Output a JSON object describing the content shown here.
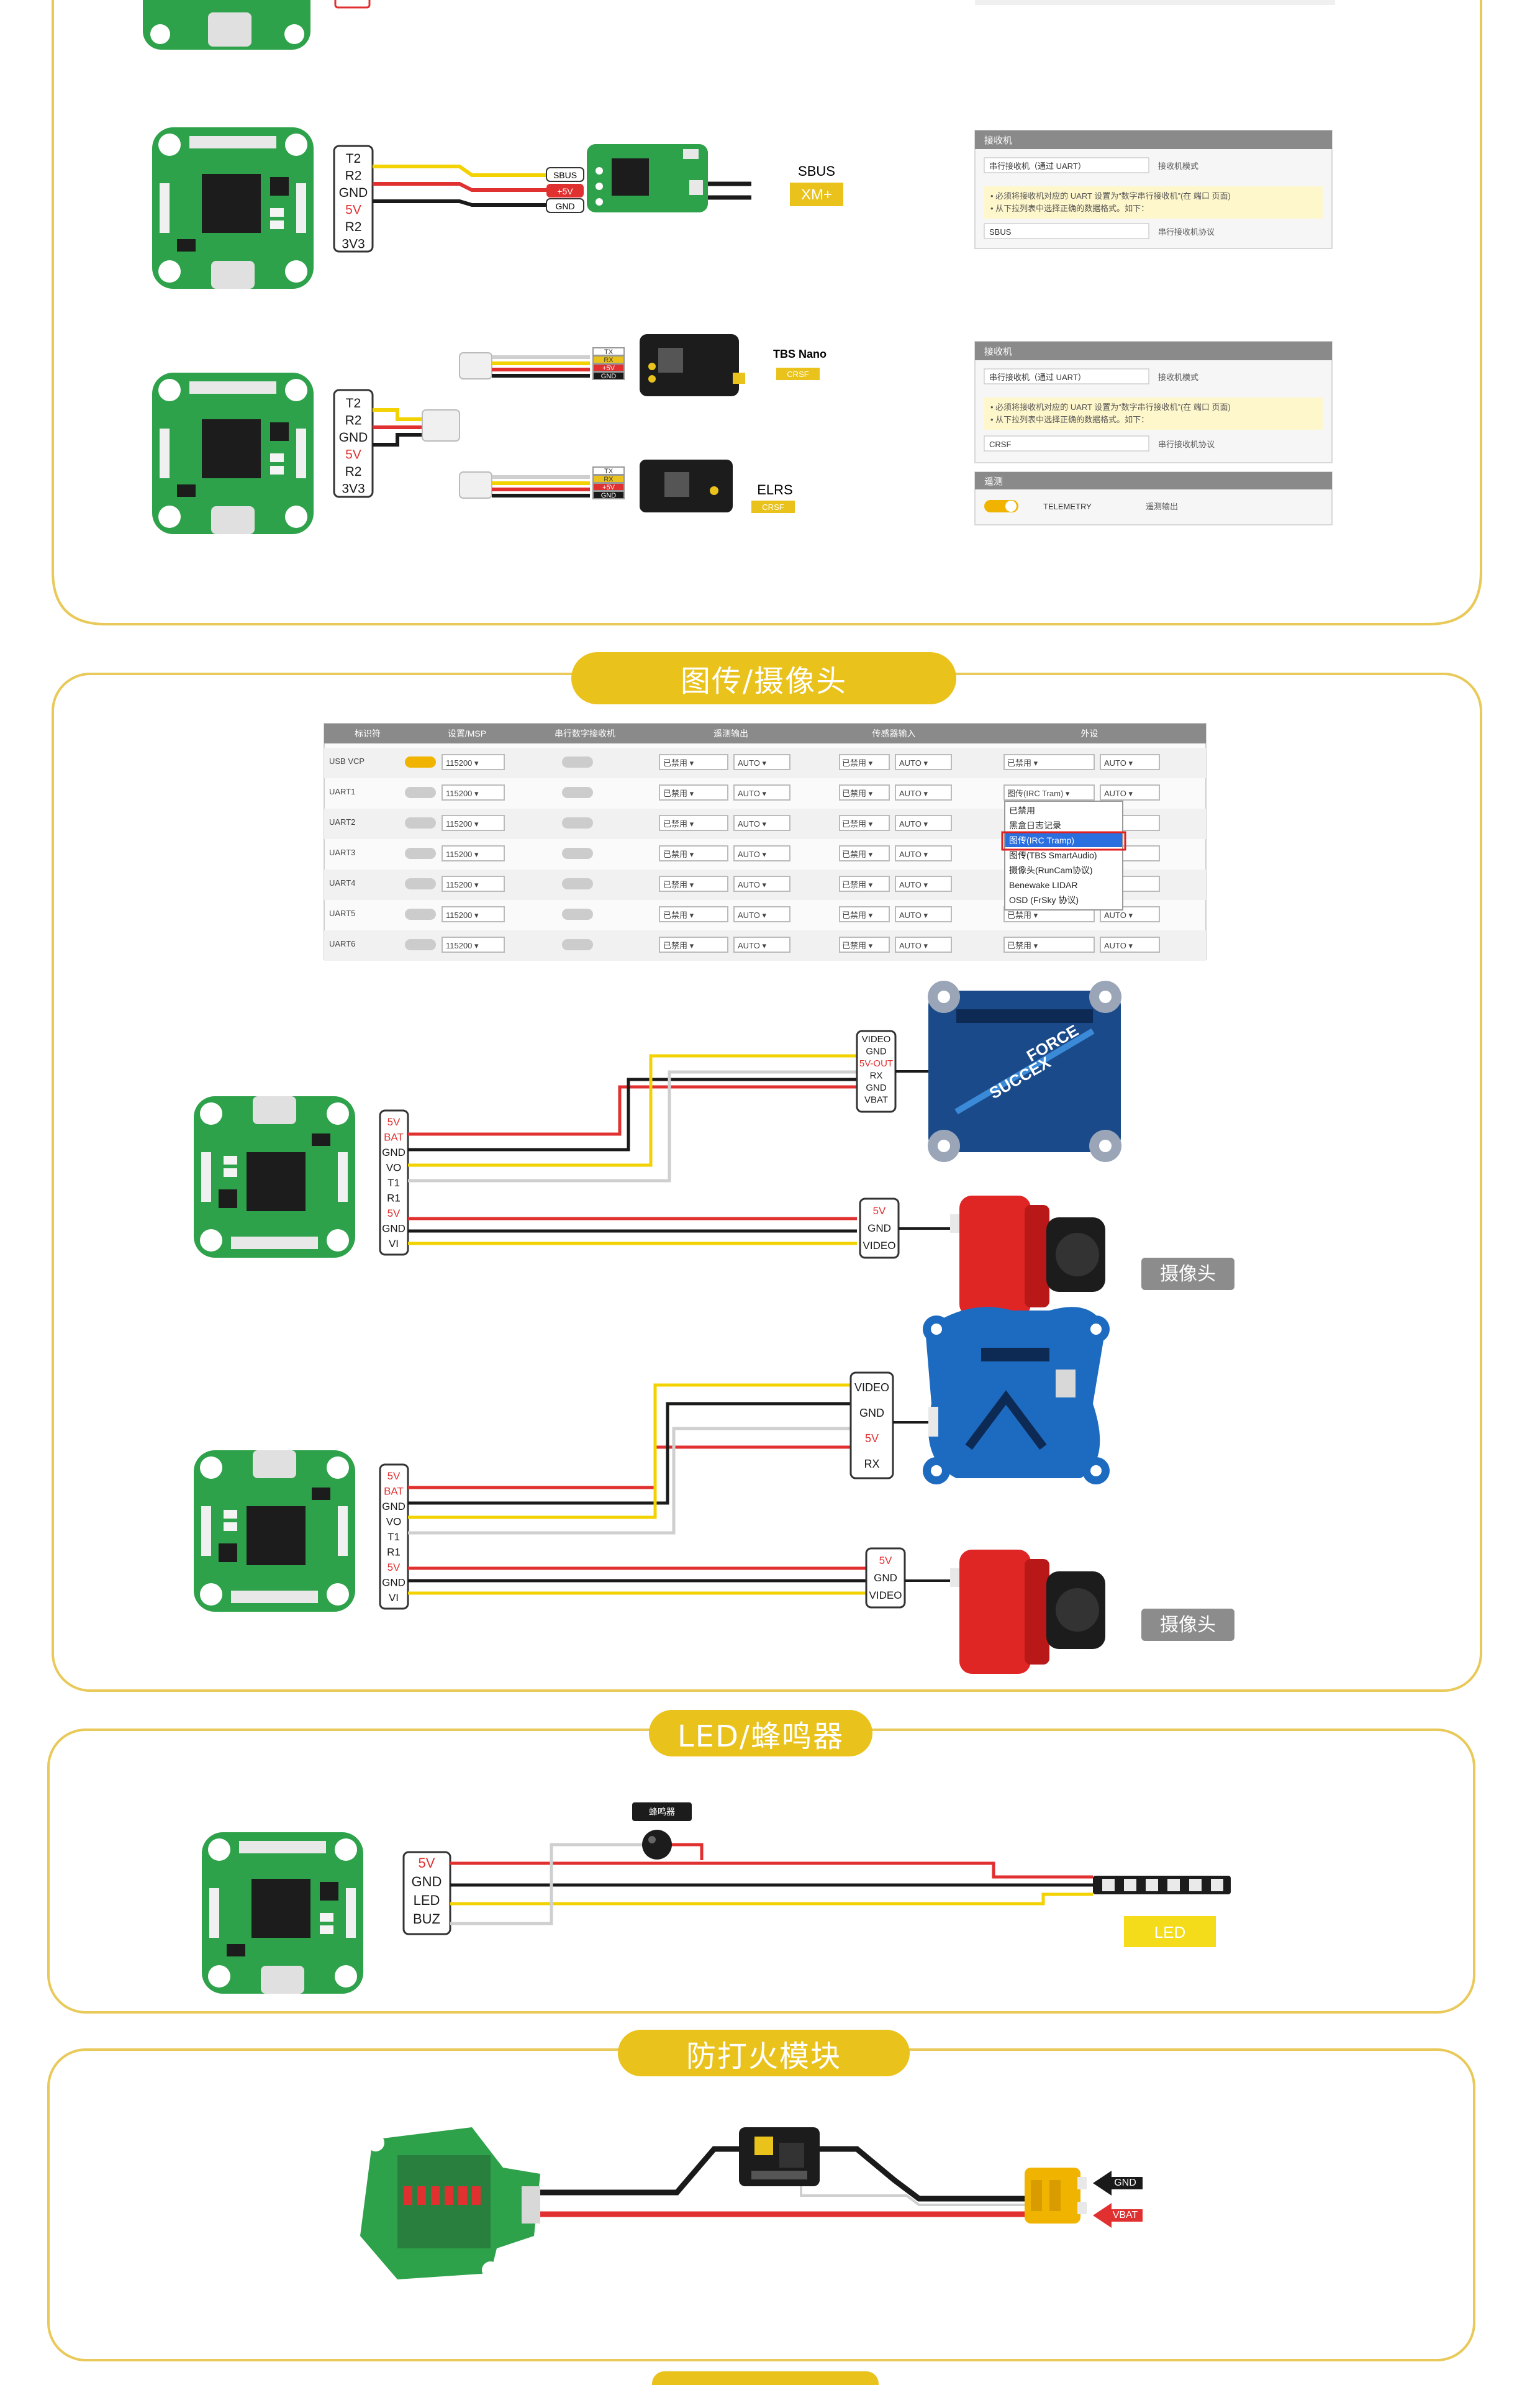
{
  "colors": {
    "accent": "#e9c21c",
    "panel_border": "#e8c95a",
    "board_green": "#2ea24a",
    "wire_red": "#e03030",
    "wire_yellow": "#f2d200",
    "wire_black": "#1a1a1a",
    "wire_white": "#cfcfcf",
    "camera_red": "#e02525"
  },
  "sections": {
    "vtx": "图传/摄像头",
    "led": "LED/蜂鸣器",
    "spark": "防打火模块"
  },
  "receiver": {
    "fc_pins_a": [
      "T2",
      "R2",
      "GND",
      "5V",
      "R2",
      "3V3"
    ],
    "fc_pins_b": [
      "T2",
      "R2",
      "GND",
      "5V",
      "R2",
      "3V3"
    ],
    "sbus_connector_pins": [
      "SBUS",
      "+5V",
      "GND"
    ],
    "sbus_label": "SBUS",
    "sbus_badge": "XM+",
    "crsf_pins": [
      "TX",
      "RX",
      "+5V",
      "GND"
    ],
    "tbs_label": "TBS Nano",
    "tbs_badge": "CRSF",
    "elrs_label": "ELRS",
    "elrs_badge": "CRSF",
    "cfg1": {
      "header": "接收机",
      "select1": "串行接收机（通过 UART）",
      "note1": "接收机模式",
      "hint1": "• 必须将接收机对应的 UART 设置为“数字串行接收机”(在 端口 页面)",
      "hint2": "• 从下拉列表中选择正确的数据格式。如下：",
      "select2": "SBUS",
      "note2": "串行接收机协议"
    },
    "cfg2": {
      "header": "接收机",
      "select1": "串行接收机（通过 UART）",
      "note1": "接收机模式",
      "hint1": "• 必须将接收机对应的 UART 设置为“数字串行接收机”(在 端口 页面)",
      "hint2": "• 从下拉列表中选择正确的数据格式。如下：",
      "select2": "CRSF",
      "note2": "串行接收机协议"
    },
    "cfg3": {
      "header": "遥测",
      "toggle": "TELEMETRY",
      "note": "遥测输出"
    }
  },
  "ports_table": {
    "headers": [
      "标识符",
      "设置/MSP",
      "串行数字接收机",
      "遥测输出",
      "传感器输入",
      "外设"
    ],
    "rows": [
      {
        "id": "USB VCP",
        "baud": "115200",
        "tele": "已禁用",
        "tele_auto": "AUTO",
        "sens": "已禁用",
        "sens_auto": "AUTO",
        "peri": "已禁用",
        "peri_auto": "AUTO"
      },
      {
        "id": "UART1",
        "baud": "115200",
        "tele": "已禁用",
        "tele_auto": "AUTO",
        "sens": "已禁用",
        "sens_auto": "AUTO",
        "peri": "图传(IRC Tram)",
        "peri_auto": "AUTO"
      },
      {
        "id": "UART2",
        "baud": "115200",
        "tele": "已禁用",
        "tele_auto": "AUTO",
        "sens": "已禁用",
        "sens_auto": "AUTO",
        "peri": "",
        "peri_auto": "TO"
      },
      {
        "id": "UART3",
        "baud": "115200",
        "tele": "已禁用",
        "tele_auto": "AUTO",
        "sens": "已禁用",
        "sens_auto": "AUTO",
        "peri": "",
        "peri_auto": "TO"
      },
      {
        "id": "UART4",
        "baud": "115200",
        "tele": "已禁用",
        "tele_auto": "AUTO",
        "sens": "已禁用",
        "sens_auto": "AUTO",
        "peri": "",
        "peri_auto": "TO"
      },
      {
        "id": "UART5",
        "baud": "115200",
        "tele": "已禁用",
        "tele_auto": "AUTO",
        "sens": "已禁用",
        "sens_auto": "AUTO",
        "peri": "已禁用",
        "peri_auto": "AUTO"
      },
      {
        "id": "UART6",
        "baud": "115200",
        "tele": "已禁用",
        "tele_auto": "AUTO",
        "sens": "已禁用",
        "sens_auto": "AUTO",
        "peri": "已禁用",
        "peri_auto": "AUTO"
      }
    ],
    "dropdown": [
      "已禁用",
      "黑盒日志记录",
      "图传(IRC Tramp)",
      "图传(TBS SmartAudio)",
      "摄像头(RunCam协议)",
      "Benewake LIDAR",
      "OSD (FrSky 协议)"
    ]
  },
  "vtx": {
    "fc_pins_a": [
      "5V",
      "BAT",
      "GND",
      "VO",
      "T1",
      "R1",
      "5V",
      "GND",
      "VI"
    ],
    "fc_pins_b": [
      "5V",
      "BAT",
      "GND",
      "VO",
      "T1",
      "R1",
      "5V",
      "GND",
      "VI"
    ],
    "vtx1_pins": [
      "VIDEO",
      "GND",
      "5V-OUT",
      "RX",
      "GND",
      "VBAT"
    ],
    "vtx1_brand": "SUCCEX",
    "vtx1_model": "FORCE",
    "vtx2_pins": [
      "VIDEO",
      "GND",
      "5V",
      "RX"
    ],
    "cam_pins": [
      "5V",
      "GND",
      "VIDEO"
    ],
    "camera_label": "摄像头"
  },
  "led": {
    "fc_pins": [
      "5V",
      "GND",
      "LED",
      "BUZ"
    ],
    "buzzer_label": "蜂鸣器",
    "led_label": "LED"
  },
  "spark": {
    "gnd_label": "GND",
    "vbat_label": "VBAT"
  }
}
